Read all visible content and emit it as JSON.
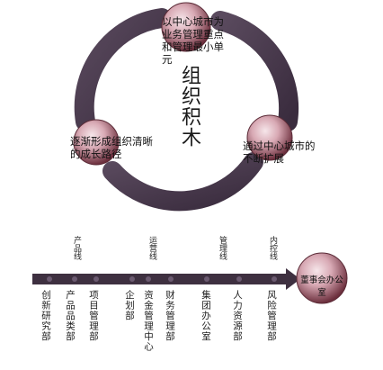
{
  "center_title": "组织积木",
  "cycle_captions": {
    "top": "以中心城市为业务管理重点和管理最小单元",
    "right": "通过中心城市的不断扩展",
    "left": "逐渐形成组织清晰的成长路径"
  },
  "lines": [
    {
      "label": "产品线",
      "departments": [
        "创新研究部",
        "产品品类部",
        "项目管理部"
      ]
    },
    {
      "label": "运营线",
      "departments": [
        "企划部",
        "资金管理中心",
        "财务管理部"
      ]
    },
    {
      "label": "管理线",
      "departments": [
        "集团办公室",
        "人力资源部"
      ]
    },
    {
      "label": "内控线",
      "departments": [
        "风险管理部"
      ]
    }
  ],
  "endpoint": "董事会办公室",
  "colors": {
    "ring": "#4a3a4e",
    "node_dark": "#6b2e3c",
    "node_light": "#f1dde3",
    "arrow": "#3e3040"
  }
}
